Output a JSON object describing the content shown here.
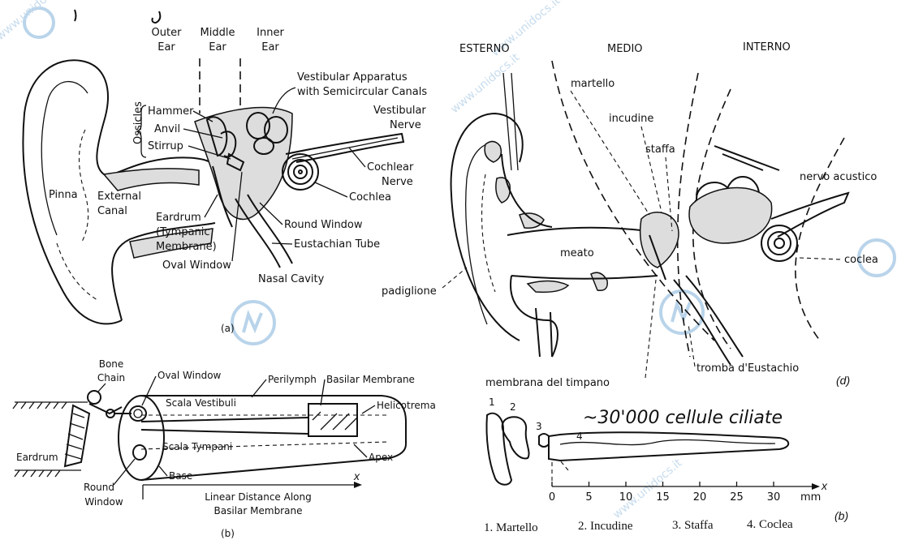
{
  "panel_a": {
    "headers": {
      "outer_ear": [
        "Outer",
        "Ear"
      ],
      "middle_ear": [
        "Middle",
        "Ear"
      ],
      "inner_ear": [
        "Inner",
        "Ear"
      ]
    },
    "ossicles": "Ossicles",
    "hammer": "Hammer",
    "anvil": "Anvil",
    "stirrup": "Stirrup",
    "vestibular_apparatus": [
      "Vestibular Apparatus",
      "with Semicircular Canals"
    ],
    "vestibular_nerve": [
      "Vestibular",
      "Nerve"
    ],
    "cochlear_nerve": [
      "Cochlear",
      "Nerve"
    ],
    "cochlea": "Cochlea",
    "pinna": "Pinna",
    "external_canal": [
      "External",
      "Canal"
    ],
    "eardrum": [
      "Eardrum",
      "(Tympanic",
      "Membrane)"
    ],
    "round_window": "Round Window",
    "eustachian_tube": "Eustachian Tube",
    "oval_window": "Oval Window",
    "nasal_cavity": "Nasal Cavity",
    "caption": "(a)"
  },
  "panel_b_left": {
    "bone_chain": [
      "Bone",
      "Chain"
    ],
    "oval_window": "Oval Window",
    "perilymph": "Perilymph",
    "basilar_membrane": "Basilar Membrane",
    "scala_vestibuli": "Scala Vestibuli",
    "helicotrema": "Helicotrema",
    "eardrum": "Eardrum",
    "scala_tympani": "Scala Tympani",
    "apex": "Apex",
    "base": "Base",
    "round_window": [
      "Round",
      "Window"
    ],
    "axis_x": "x",
    "linear_distance": [
      "Linear Distance Along",
      "Basilar Membrane"
    ],
    "caption": "(b)"
  },
  "panel_d": {
    "esterno": "ESTERNO",
    "medio": "MEDIO",
    "interno": "INTERNO",
    "martello": "martello",
    "incudine": "incudine",
    "staffa": "staffa",
    "nervo_acustico": "nervo acustico",
    "meato": "meato",
    "coclea": "coclea",
    "padiglione": "padiglione",
    "tromba": "tromba  d'Eustachio",
    "membrana": "membrana    del    timpano",
    "caption": "(d)"
  },
  "panel_b_right": {
    "cells_note": "~30'000 cellule ciliate",
    "num1": "1",
    "num2": "2",
    "num3": "3",
    "num4": "4",
    "ticks": [
      "0",
      "5",
      "10",
      "15",
      "20",
      "25",
      "30"
    ],
    "unit": "mm",
    "axis_x": "x",
    "legend": [
      "1. Martello",
      "2. Incudine",
      "3. Staffa",
      "4. Coclea"
    ],
    "caption": "(b)"
  },
  "watermark": {
    "site": "www.unidocs.it"
  },
  "colors": {
    "ink": "#111111",
    "watermark": "#b9d4ea"
  }
}
